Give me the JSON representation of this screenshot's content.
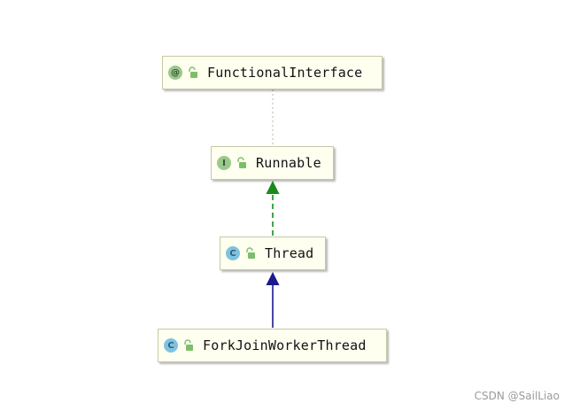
{
  "diagram": {
    "nodes": [
      {
        "id": "functional-interface",
        "kind": "annotation",
        "badge": "@",
        "label": "FunctionalInterface",
        "badge_color": "#9bc98b"
      },
      {
        "id": "runnable",
        "kind": "interface",
        "badge": "I",
        "label": "Runnable",
        "badge_color": "#9bc98b"
      },
      {
        "id": "thread",
        "kind": "class",
        "badge": "C",
        "label": "Thread",
        "badge_color": "#7ec3e0"
      },
      {
        "id": "fork-join-worker-thread",
        "kind": "class",
        "badge": "C",
        "label": "ForkJoinWorkerThread",
        "badge_color": "#7ec3e0"
      }
    ],
    "edges": [
      {
        "from": "functional-interface",
        "to": "runnable",
        "style": "dotted",
        "color": "#b8b8a0",
        "meaning": "annotated"
      },
      {
        "from": "thread",
        "to": "runnable",
        "style": "dashed",
        "color": "#1a8a1a",
        "meaning": "implements"
      },
      {
        "from": "fork-join-worker-thread",
        "to": "thread",
        "style": "solid",
        "color": "#1a1a8c",
        "meaning": "extends"
      }
    ]
  },
  "watermark": "CSDN @SailLiao",
  "colors": {
    "node_fill": "#fffff0",
    "node_border": "#c8c8a8",
    "implements_arrow": "#1a8a1a",
    "extends_arrow": "#1a1a8c",
    "lock_icon": "#7cbf6a"
  }
}
